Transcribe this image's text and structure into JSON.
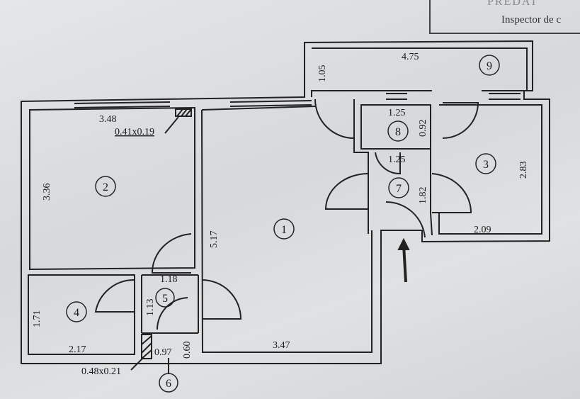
{
  "stamp": {
    "faded_text": "PREDAT",
    "inspector_text": "Inspector de c"
  },
  "rooms": [
    {
      "id": "room-1",
      "number": "1"
    },
    {
      "id": "room-2",
      "number": "2"
    },
    {
      "id": "room-3",
      "number": "3"
    },
    {
      "id": "room-4",
      "number": "4"
    },
    {
      "id": "room-5",
      "number": "5"
    },
    {
      "id": "room-6",
      "number": "6"
    },
    {
      "id": "room-7",
      "number": "7"
    },
    {
      "id": "room-8",
      "number": "8"
    },
    {
      "id": "room-9",
      "number": "9"
    }
  ],
  "dimensions": {
    "room2_width": "3.48",
    "room2_height": "3.36",
    "vent_top": "0.41x0.19",
    "room1_height": "5.17",
    "room1_width": "3.47",
    "room5_width": "1.18",
    "room5_height": "1.13",
    "room4_height": "1.71",
    "room4_width": "2.17",
    "room6_width": "0.97",
    "room6_height": "0.60",
    "vent_bottom": "0.48x0.21",
    "room9_width": "4.75",
    "room9_height": "1.05",
    "room8_width": "1.25",
    "room8_height": "0.92",
    "room8_bottom": "1.25",
    "room7_height": "1.82",
    "room3_height": "2.83",
    "room3_width": "2.09"
  }
}
